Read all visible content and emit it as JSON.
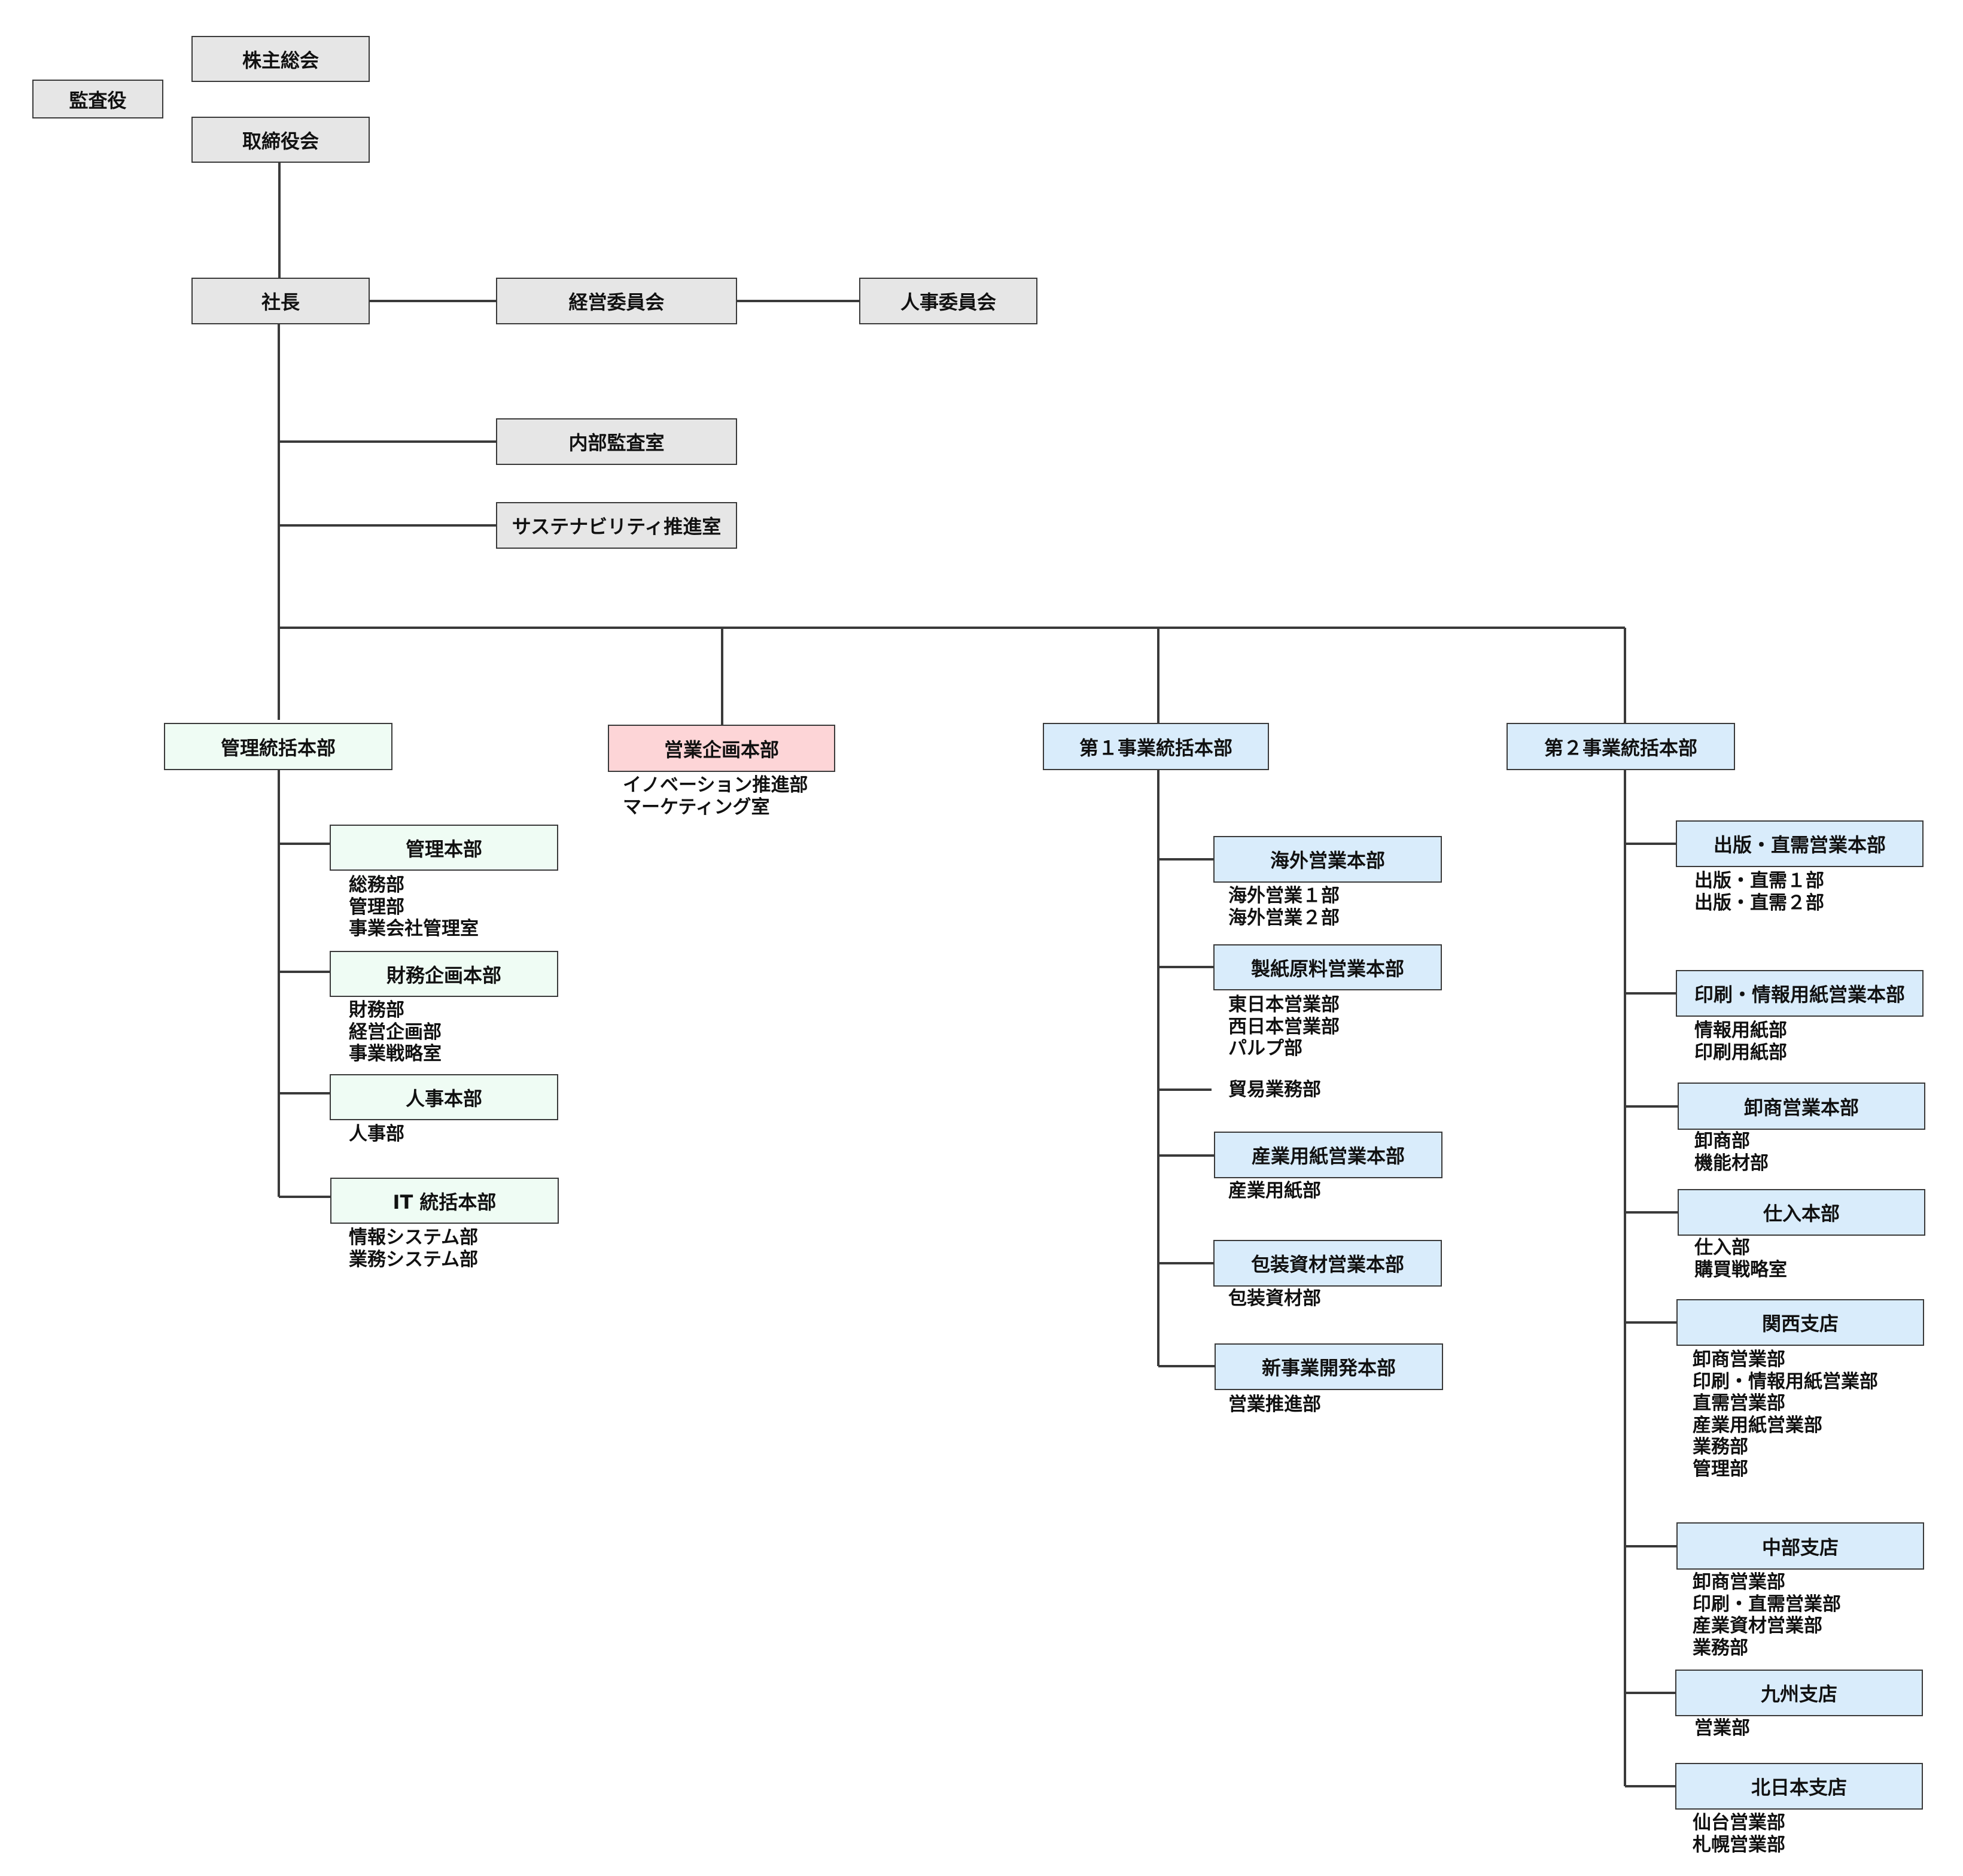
{
  "top": {
    "shareholders": "株主総会",
    "auditor": "監査役",
    "board": "取締役会",
    "president": "社長",
    "management_committee": "経営委員会",
    "hr_committee": "人事委員会",
    "internal_audit": "内部監査室",
    "sustainability": "サステナビリティ推進室"
  },
  "divisions": [
    {
      "label": "管理統括本部",
      "color": "#effcf4",
      "units": [
        {
          "label": "管理本部",
          "depts": [
            "総務部",
            "管理部",
            "事業会社管理室"
          ]
        },
        {
          "label": "財務企画本部",
          "depts": [
            "財務部",
            "経営企画部",
            "事業戦略室"
          ]
        },
        {
          "label": "人事本部",
          "depts": [
            "人事部"
          ]
        },
        {
          "label": "IT 統括本部",
          "depts": [
            "情報システム部",
            "業務システム部"
          ]
        }
      ]
    },
    {
      "label": "営業企画本部",
      "color": "#fdd5d7",
      "depts": [
        "イノベーション推進部",
        "マーケティング室"
      ]
    },
    {
      "label": "第１事業統括本部",
      "color": "#d9ecfb",
      "units": [
        {
          "label": "海外営業本部",
          "depts": [
            "海外営業１部",
            "海外営業２部"
          ]
        },
        {
          "label": "製紙原料営業本部",
          "depts": [
            "東日本営業部",
            "西日本営業部",
            "パルプ部"
          ]
        },
        {
          "label": "",
          "depts": [
            "貿易業務部"
          ]
        },
        {
          "label": "産業用紙営業本部",
          "depts": [
            "産業用紙部"
          ]
        },
        {
          "label": "包装資材営業本部",
          "depts": [
            "包装資材部"
          ]
        },
        {
          "label": "新事業開発本部",
          "depts": [
            "営業推進部"
          ]
        }
      ]
    },
    {
      "label": "第２事業統括本部",
      "color": "#d9ecfb",
      "units": [
        {
          "label": "出版・直需営業本部",
          "depts": [
            "出版・直需１部",
            "出版・直需２部"
          ]
        },
        {
          "label": "印刷・情報用紙営業本部",
          "depts": [
            "情報用紙部",
            "印刷用紙部"
          ]
        },
        {
          "label": "卸商営業本部",
          "depts": [
            "卸商部",
            "機能材部"
          ]
        },
        {
          "label": "仕入本部",
          "depts": [
            "仕入部",
            "購買戦略室"
          ]
        },
        {
          "label": "関西支店",
          "depts": [
            "卸商営業部",
            "印刷・情報用紙営業部",
            "直需営業部",
            "産業用紙営業部",
            "業務部",
            "管理部"
          ]
        },
        {
          "label": "中部支店",
          "depts": [
            "卸商営業部",
            "印刷・直需営業部",
            "産業資材営業部",
            "業務部"
          ]
        },
        {
          "label": "九州支店",
          "depts": [
            "営業部"
          ]
        },
        {
          "label": "北日本支店",
          "depts": [
            "仙台営業部",
            "札幌営業部"
          ]
        }
      ]
    }
  ]
}
